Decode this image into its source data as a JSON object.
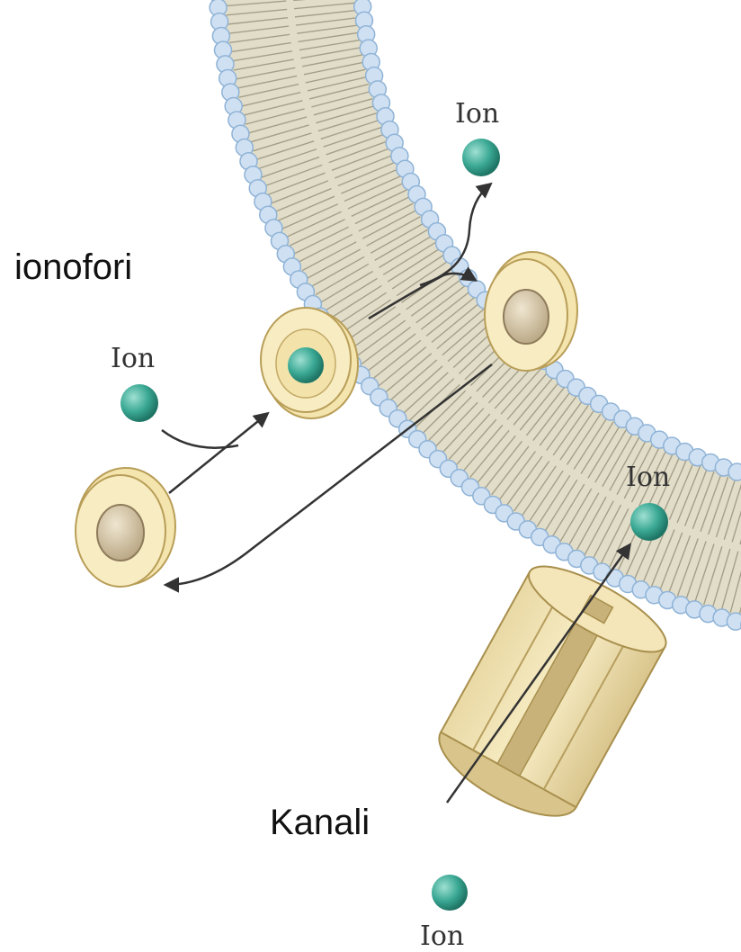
{
  "labels": {
    "ionophores": "ionofori",
    "channels": "Kanali",
    "ion": "Ion"
  },
  "colors": {
    "head": "#cfe0f3",
    "head_stroke": "#8fb3d6",
    "membrane_core": "#e2ddc9",
    "tail_line": "#a49f89",
    "carrier": "#f4e4ad",
    "carrier_stroke": "#b89e58",
    "carrier_core": "#c7b592",
    "ion_fill": "#39a894",
    "arrow": "#333333"
  }
}
